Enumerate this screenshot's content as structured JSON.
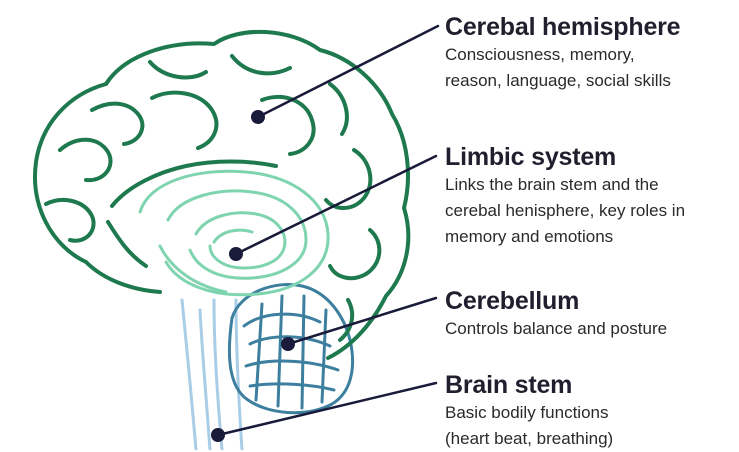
{
  "colors": {
    "cerebrum": "#1e7a4e",
    "limbic": "#7fd4b0",
    "cerebellum": "#3d7f9e",
    "stem": "#a9cde6",
    "leader": "#1a1a3a"
  },
  "labels": {
    "cerebral": {
      "title": "Cerebal hemisphere",
      "lines": [
        "Consciousness, memory,",
        "reason, language, social skills"
      ]
    },
    "limbic": {
      "title": "Limbic system",
      "lines": [
        "Links the brain stem and the",
        "cerebal henisphere, key roles in",
        "memory and emotions"
      ]
    },
    "cerebellum": {
      "title": "Cerebellum",
      "lines": [
        "Controls balance and posture"
      ]
    },
    "stem": {
      "title": "Brain stem",
      "lines": [
        "Basic bodily functions",
        "(heart beat, breathing)"
      ]
    }
  }
}
